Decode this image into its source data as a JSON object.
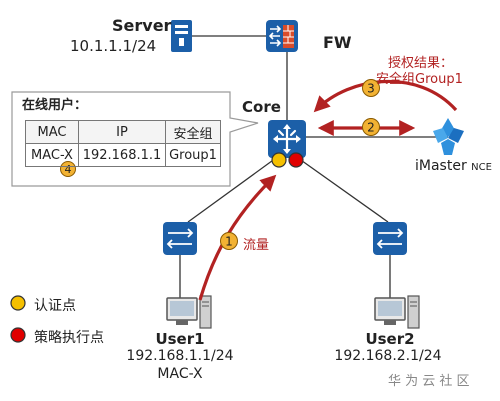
{
  "nodes": {
    "server": {
      "name": "Server",
      "ip": "10.1.1.1/24"
    },
    "fw": {
      "name": "FW"
    },
    "core": {
      "name": "Core"
    },
    "nce": {
      "name": "iMaster",
      "suffix": "NCE"
    },
    "user1": {
      "name": "User1",
      "ip": "192.168.1.1/24",
      "mac": "MAC-X"
    },
    "user2": {
      "name": "User2",
      "ip": "192.168.2.1/24"
    }
  },
  "popup": {
    "title": "在线用户：",
    "columns": [
      "MAC",
      "IP",
      "安全组"
    ],
    "rows": [
      [
        "MAC-X",
        "192.168.1.1",
        "Group1"
      ]
    ]
  },
  "steps": {
    "s1": {
      "num": "1",
      "label": "流量"
    },
    "s2": {
      "num": "2"
    },
    "s3": {
      "num": "3",
      "label_line1": "授权结果：",
      "label_line2": "安全组Group1"
    },
    "s4": {
      "num": "4"
    }
  },
  "legend": {
    "auth_point": "认证点",
    "policy_point": "策略执行点"
  },
  "colors": {
    "arrow": "#b22222",
    "step_fill": "#f2b233",
    "auth_dot": "#f5c000",
    "policy_dot": "#e00000",
    "device_blue": "#1c5fa8",
    "fw_red": "#d94c2a",
    "nce_blue": "#2e90dd"
  },
  "watermark": "华 为 云 社 区"
}
